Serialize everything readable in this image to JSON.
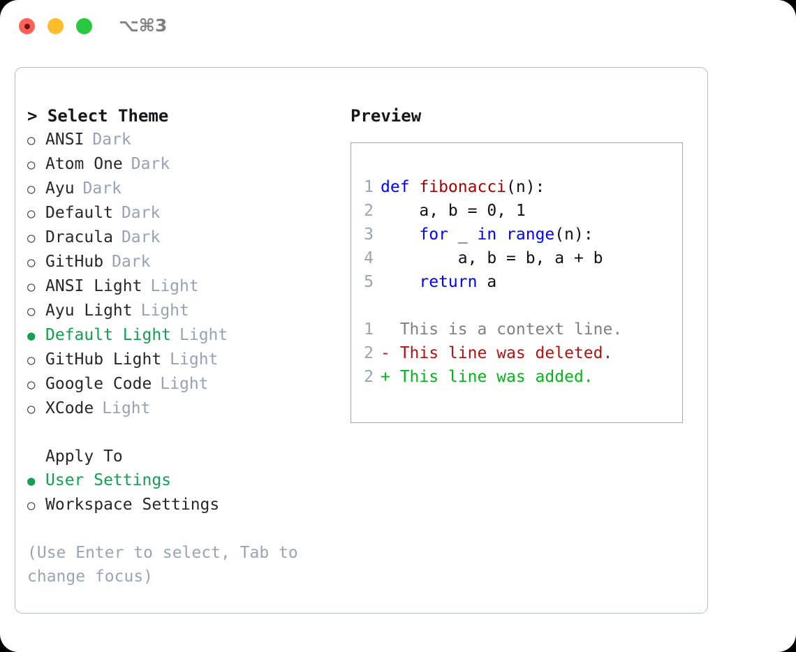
{
  "titlebar": {
    "shortcut": "⌥⌘3",
    "buttons": [
      {
        "name": "close",
        "color": "#ff6057"
      },
      {
        "name": "minimize",
        "color": "#ffbd2e"
      },
      {
        "name": "maximize",
        "color": "#28c840"
      }
    ]
  },
  "theme_picker": {
    "title": "> Select Theme",
    "marker_selected": "●",
    "marker_unselected": "○",
    "items": [
      {
        "label": "ANSI",
        "badge": "Dark",
        "selected": false
      },
      {
        "label": "Atom One",
        "badge": "Dark",
        "selected": false
      },
      {
        "label": "Ayu",
        "badge": "Dark",
        "selected": false
      },
      {
        "label": "Default",
        "badge": "Dark",
        "selected": false
      },
      {
        "label": "Dracula",
        "badge": "Dark",
        "selected": false
      },
      {
        "label": "GitHub",
        "badge": "Dark",
        "selected": false
      },
      {
        "label": "ANSI Light",
        "badge": "Light",
        "selected": false
      },
      {
        "label": "Ayu Light",
        "badge": "Light",
        "selected": false
      },
      {
        "label": "Default Light",
        "badge": "Light",
        "selected": true
      },
      {
        "label": "GitHub Light",
        "badge": "Light",
        "selected": false
      },
      {
        "label": "Google Code",
        "badge": "Light",
        "selected": false
      },
      {
        "label": "XCode",
        "badge": "Light",
        "selected": false
      }
    ]
  },
  "apply_to": {
    "title": "Apply To",
    "items": [
      {
        "label": "User Settings",
        "selected": true
      },
      {
        "label": "Workspace Settings",
        "selected": false
      }
    ]
  },
  "hint": "(Use Enter to select, Tab to change focus)",
  "preview": {
    "title": "Preview",
    "code_lines": [
      {
        "num": "1",
        "tokens": [
          {
            "t": "def ",
            "c": "kw"
          },
          {
            "t": "fibonacci",
            "c": "fn"
          },
          {
            "t": "(n):",
            "c": "plain"
          }
        ]
      },
      {
        "num": "2",
        "tokens": [
          {
            "t": "    a, b = 0, 1",
            "c": "plain"
          }
        ]
      },
      {
        "num": "3",
        "tokens": [
          {
            "t": "    ",
            "c": "plain"
          },
          {
            "t": "for",
            "c": "kw"
          },
          {
            "t": " _ ",
            "c": "plain"
          },
          {
            "t": "in",
            "c": "kw"
          },
          {
            "t": " ",
            "c": "plain"
          },
          {
            "t": "range",
            "c": "kw"
          },
          {
            "t": "(n):",
            "c": "plain"
          }
        ]
      },
      {
        "num": "4",
        "tokens": [
          {
            "t": "        a, b = b, a + b",
            "c": "plain"
          }
        ]
      },
      {
        "num": "5",
        "tokens": [
          {
            "t": "    ",
            "c": "plain"
          },
          {
            "t": "return",
            "c": "kw"
          },
          {
            "t": " a",
            "c": "plain"
          }
        ]
      }
    ],
    "diff_lines": [
      {
        "num": "1",
        "text": "  This is a context line.",
        "kind": "diff-ctx"
      },
      {
        "num": "2",
        "text": "- This line was deleted.",
        "kind": "diff-del"
      },
      {
        "num": "2",
        "text": "+ This line was added.",
        "kind": "diff-add"
      }
    ]
  },
  "colors": {
    "accent_green": "#12a150",
    "badge_gray": "#98a2b3",
    "hint_gray": "#9aa5b4",
    "keyword_blue": "#0000ff",
    "function_red": "#aa0000",
    "diff_delete": "#b31212",
    "diff_add": "#00b818",
    "line_number": "#9aa4b2",
    "panel_border": "#b4bcc8",
    "preview_border": "#9fa9b8"
  }
}
